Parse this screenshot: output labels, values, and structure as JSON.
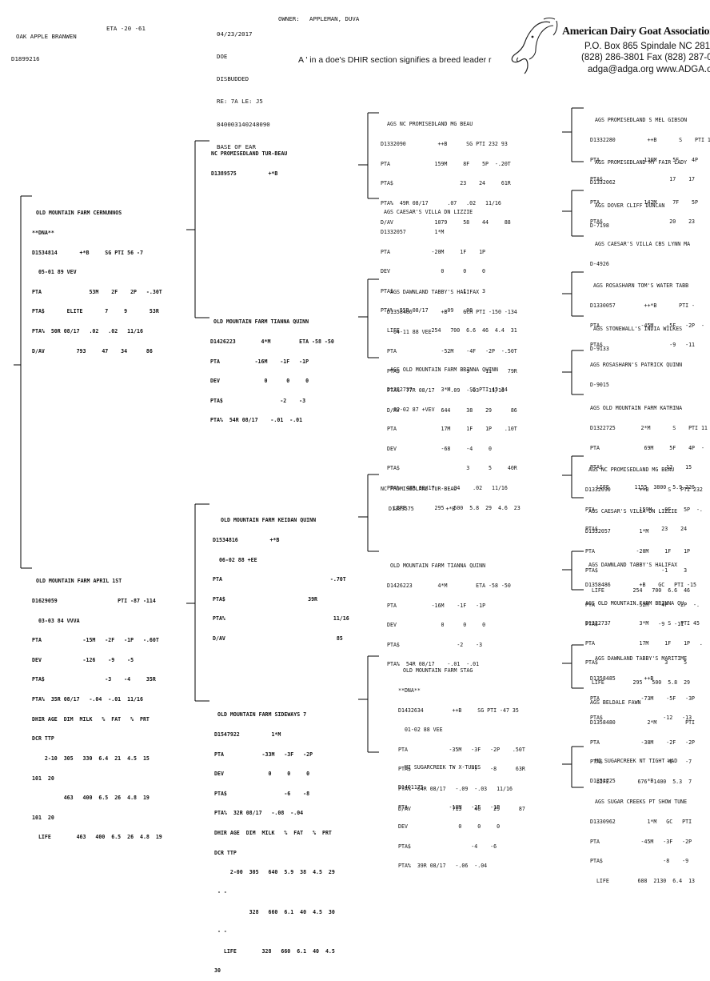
{
  "header": {
    "animal_name": "OAK APPLE BRANWEN",
    "animal_id": "D1899216",
    "animal_eta": "ETA -20 -61",
    "date": "04/23/2017",
    "owner_label": "OWNER:",
    "owner": "APPLEMAN, DUVA",
    "sex": "DOE",
    "status": "DISBUDDED",
    "tattoo": "RE: 7A LE: J5",
    "chip": "840003140248090",
    "chip_location": "BASE OF EAR",
    "note": "A ' in a doe's  DHIR section  signifies a breed leader r"
  },
  "logo": {
    "title": "American Dairy Goat Association",
    "address": "P.O. Box 865   Spindale NC 281",
    "phone": "(828) 286-3801   Fax (828) 287-0",
    "web": "adga@adga.org   www.ADGA.o"
  },
  "colors": {
    "ink": "#111111",
    "paper": "#ffffff"
  },
  "pedigree": {
    "sire": {
      "lines": [
        "OLD MOUNTAIN FARM CERNUNNOS",
        "**DNA**",
        "D1534814       +*B     SG PTI 56 -7",
        "  05-01 89 VEV",
        "PTA               53M    2F    2P   -.30T",
        "PTA$       ELITE       7     9       53R",
        "PTA%  50R 08/17   .02   .02   11/16",
        "D/AV          793     47    34      86"
      ]
    },
    "dam": {
      "lines": [
        "OLD MOUNTAIN FARM APRIL 1ST",
        "D1629059                   PTI -87 -114",
        "  03-03 84 VVVA",
        "PTA             -15M   -2F   -1P   -.60T",
        "DEV             -126    -9    -5",
        "PTA$                   -3    -4     35R",
        "PTA%  35R 08/17   -.04  -.01  11/16",
        "DHIR AGE  DIM  MILK   %  FAT   %  PRT",
        "DCR TTP",
        "    2-10  305   330  6.4  21  4.5  15",
        "101  20",
        "          463   400  6.5  26  4.8  19",
        "101  20",
        "  LIFE        463   400  6.5  26  4.8  19"
      ]
    },
    "ss": {
      "lines": [
        "NC PROMISEDLAND TUR-BEAU",
        "D1389575          +*B"
      ]
    },
    "sd": {
      "lines": [
        "OLD MOUNTAIN FARM TIANNA QUINN",
        "D1426223        4*M         ETA -58 -50",
        "PTA           -16M    -1F   -1P",
        "DEV              0      0     0",
        "PTA$                  -2    -3",
        "PTA%  54R 08/17    -.01  -.01"
      ]
    },
    "ds": {
      "lines": [
        "OLD MOUNTAIN FARM KEIDAN QUINN",
        "D1534816          +*B",
        "  06-02 88 +EE",
        "PTA                                  -.70T",
        "PTA$                          39R",
        "PTA%                                  11/16",
        "D/AV                                   85"
      ]
    },
    "dd": {
      "lines": [
        "OLD MOUNTAIN FARM SIDEWAYS 7",
        "D1547922          1*M",
        "PTA            -33M   -3F   -2P",
        "DEV              0     0     0",
        "PTA$                  -6    -8",
        "PTA%  32R 08/17   -.08  -.04",
        "DHIR AGE  DIM  MILK   %  FAT   %  PRT",
        "DCR TTP",
        "     2-00  305   640  5.9  38  4.5  29",
        " - -",
        "           328   660  6.1  40  4.5  30",
        " - -",
        "   LIFE        328   660  6.1  40  4.5",
        "30"
      ]
    },
    "sss": {
      "lines": [
        "AGS NC PROMISEDLAND MG BEAU",
        "D1332090          ++B      SG PTI 232 93",
        "PTA              159M     8F    5P  -.20T",
        "PTA$                     23    24     61R",
        "PTA%  49R 08/17      .07   .02   11/16",
        "D/AV             1079     58    44     88"
      ]
    },
    "ssd": {
      "lines": [
        "AGS CAESAR'S VILLA DN LIZZIE",
        "D1332057         1*M",
        "PTA             -20M     1F    1P",
        "DEV                0      0     0",
        "PTA$                     -1     3",
        "PTA%  55R 08/17     .09   .08",
        "  LIFE          254   700  6.6  46  4.4  31"
      ]
    },
    "sds": {
      "lines": [
        "AGS DAWNLAND TABBY'S HALIFAX",
        "D1358486         +B     GCH PTI -150 -134",
        "  04-11 88 VEE",
        "PTA              -52M    -4F   -2P  -.50T",
        "PTA$                    -9    -11     79R",
        "PTA%  77R 08/17    -.09  -.03   11/16",
        "D/AV             644     38    29      86"
      ]
    },
    "sdd": {
      "lines": [
        "AGS OLD MOUNTAIN FARM BRINNA QUINN",
        "D1322737         3*M      SG PTI 45 34",
        "  02-02 87 +VEV",
        "PTA              17M     1F    1P    .10T",
        "DEV              -68     -4     0",
        "PTA$                     3      5     40R",
        "PTA%  48R 08/17     .04    .02   11/16",
        "  LIFE         295   500  5.8  29  4.6  23"
      ]
    },
    "dss": {
      "lines": [
        "NC PROMISEDLAND TUR-BEAU",
        "D1389575          +*B"
      ]
    },
    "dsd": {
      "lines": [
        "OLD MOUNTAIN FARM TIANNA QUINN",
        "D1426223        4*M         ETA -58 -50",
        "PTA           -16M    -1F   -1P",
        "DEV              0      0     0",
        "PTA$                  -2    -3",
        "PTA%  54R 08/17    -.01  -.01"
      ]
    },
    "dds": {
      "lines": [
        "OLD MOUNTAIN FARM STAG",
        "**DNA**",
        "D1432634         ++B     SG PTI -47 35",
        "  01-02 88 VEE",
        "PTA             -35M   -3F   -2P    .50T",
        "PTA$                   -7    -8      63R",
        "PTA%  64R 08/17   -.09  -.03   11/16",
        "D/AV             713    40    29      87"
      ]
    },
    "ddd": {
      "lines": [
        "MI SUGARCREEK TW X-TUNES",
        "D1401175",
        "PTA             -18M   -2F   -1P",
        "DEV                0     0     0",
        "PTA$                   -4    -6",
        "PTA%  39R 08/17   -.06  -.04"
      ]
    },
    "g1": {
      "lines": [
        "AGS PROMISEDLAND S MEL GIBSON",
        "D1332280          ++B       S    PTI 1",
        "PTA              126M     5F    4P",
        "PTA$                     17    17"
      ]
    },
    "g2": {
      "lines": [
        "AGS PROMISEDLAND MY FAIR LADY",
        "D1332062",
        "PTA              142M     7F    5P",
        "PTA$                     20    23"
      ]
    },
    "g3": {
      "lines": [
        "AGS DOVER CLIFF DUNCAN",
        "D-7198"
      ]
    },
    "g4": {
      "lines": [
        "AGS CAESAR'S VILLA CBS LYNN MA",
        "D-4926"
      ]
    },
    "g5": {
      "lines": [
        "AGS ROSASHARN TOM'S WATER TABB",
        "D1330057         ++*B       PTI -",
        "PTA             -45M    -5F   -2P  -",
        "PTA$                     -9   -11"
      ]
    },
    "g6": {
      "lines": [
        "AGS STONEWALL'S INDIA WILKES",
        "D-9133"
      ]
    },
    "g7": {
      "lines": [
        "AGS ROSASHARN'S PATRICK QUINN",
        "D-9015"
      ]
    },
    "g8": {
      "lines": [
        "AGS OLD MOUNTAIN FARM KATRINA",
        "D1322725        2*M       S    PTI 11",
        "PTA              69M     5F    4P  -",
        "PTA$                    12    15",
        "  LIFE        1155  3800  5.9 226"
      ]
    },
    "g9": {
      "lines": [
        "AGS NC PROMISEDLAND MG BEAU",
        "D1332090         ++B      S   PTI 232",
        "PTA              159M    8F    5P  -.",
        "PTA$                    23    24"
      ]
    },
    "g10": {
      "lines": [
        "AGS CAESAR'S VILLA DN LIZZIE",
        "D1332057         1*M",
        "PTA             -20M     1F    1P",
        "PTA$                    -1     3",
        "  LIFE         254   700  6.6  46"
      ]
    },
    "g11": {
      "lines": [
        "AGS DAWNLAND TABBY'S HALIFAX",
        "D1358486         +B    GC   PTI -15",
        "PTA             -52M   -4F   -2P  -.",
        "PTA$                   -9   -11"
      ]
    },
    "g12": {
      "lines": [
        "AGS OLD MOUNTAIN FARM BRINNA QU",
        "D1322737         3*M      S   PTI 45",
        "PTA              17M     1F    1P   .",
        "PTA$                     3     5",
        "  LIFE         295   500  5.8  29"
      ]
    },
    "g13": {
      "lines": [
        "AGS DAWNLAND TABBY'S MARITIME",
        "D1358485         ++B",
        "PTA             -73M    -5F   -3P",
        "PTA$                   -12   -13"
      ]
    },
    "g14": {
      "lines": [
        "AGS BELDALE FAWN",
        "D1358480          2*M         PTI",
        "PTA             -38M    -2F   -2P",
        "PTA$                    -6    -7",
        "  LIFE         676  1400  5.3  7"
      ]
    },
    "g15": {
      "lines": [
        "MI SUGARCREEK NT TIGHT WAD",
        "D1351725          *B"
      ]
    },
    "g16": {
      "lines": [
        "AGS SUGAR CREEKS PT SHOW TUNE",
        "D1330962          1*M   GC   PTI",
        "PTA             -45M   -3F   -2P",
        "PTA$                   -8    -9",
        "  LIFE         688  2130  6.4  13"
      ]
    }
  }
}
